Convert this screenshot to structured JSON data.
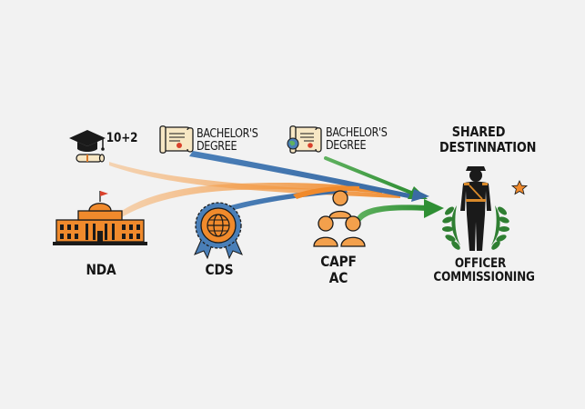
{
  "sources": {
    "ten_plus_two": "10+2",
    "bachelors_1": [
      "BACHELOR'S",
      "DEGREE"
    ],
    "bachelors_2": [
      "BACHELOR'S",
      "DEGREE"
    ]
  },
  "entries": {
    "nda": "NDA",
    "cds": "CDS",
    "capf": [
      "CAPF",
      "AC"
    ]
  },
  "destination": {
    "heading": [
      "SHARED",
      "DESTINNATION"
    ],
    "label": [
      "OFFICER",
      "COMMISSIONING"
    ]
  },
  "colors": {
    "orange": "#f08a2c",
    "blue": "#4a7fb8",
    "green": "#3e9a3e",
    "ink": "#161616",
    "background": "#f2f2f2"
  },
  "icons": {
    "graduation": "graduation-cap-icon",
    "scroll": "diploma-scroll-icon",
    "building": "government-building-icon",
    "badge": "globe-badge-icon",
    "people": "group-people-icon",
    "officer": "officer-silhouette-icon",
    "star": "star-icon",
    "wreath": "laurel-wreath-icon"
  }
}
